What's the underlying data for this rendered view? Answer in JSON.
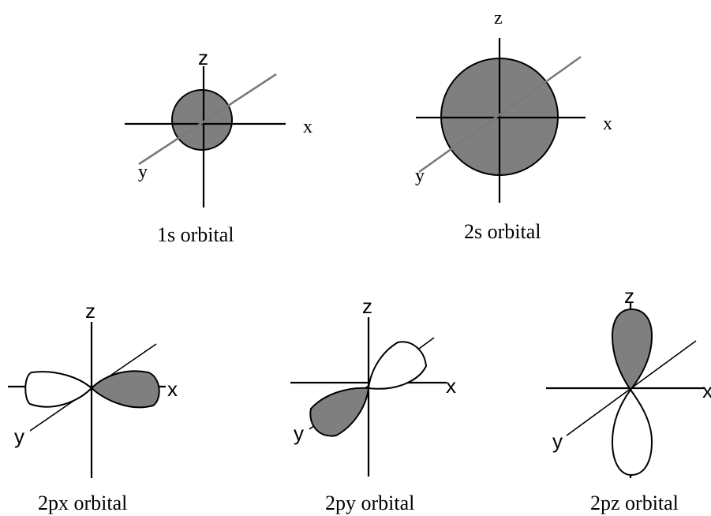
{
  "orbitals": {
    "s1": {
      "caption": "1s orbital",
      "z": "z",
      "x": "x",
      "y": "y"
    },
    "s2": {
      "caption": "2s orbital",
      "z": "z",
      "x": "x",
      "y": "y"
    },
    "px": {
      "caption": "2px orbital",
      "z": "z",
      "x": "x",
      "y": "y"
    },
    "py": {
      "caption": "2py orbital",
      "z": "z",
      "x": "x",
      "y": "y"
    },
    "pz": {
      "caption": "2pz orbital",
      "z": "z",
      "x": "x",
      "y": "y"
    }
  },
  "colors": {
    "shaded": "#7f7f7f",
    "unshaded": "#ffffff",
    "line": "#000000"
  }
}
